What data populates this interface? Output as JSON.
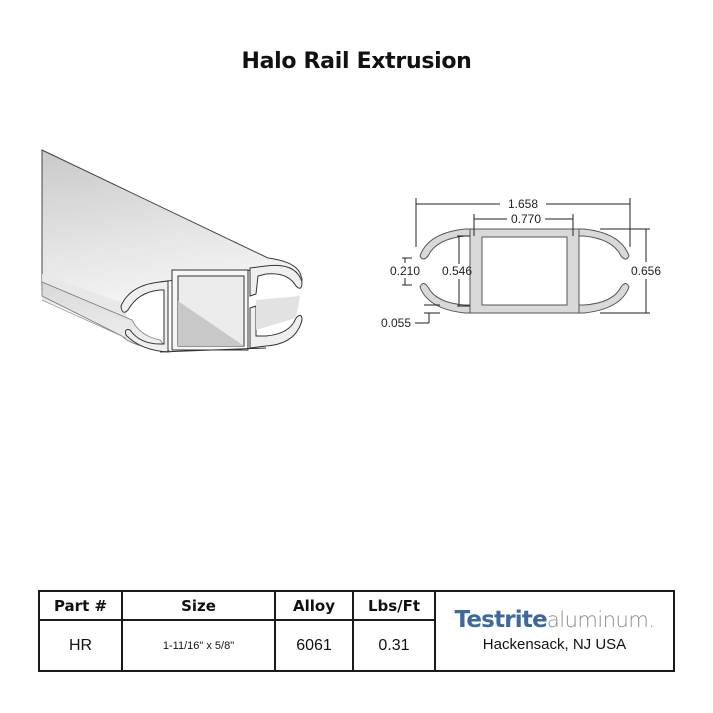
{
  "title": "Halo Rail Extrusion",
  "drawing": {
    "dimensions": {
      "overall_width": "1.658",
      "tube_width": "0.770",
      "slot_opening": "0.210",
      "inner_height": "0.546",
      "overall_height": "0.656",
      "wall_thickness": "0.055"
    }
  },
  "table": {
    "headers": [
      "Part #",
      "Size",
      "Alloy",
      "Lbs/Ft"
    ],
    "row": [
      "HR",
      "1-11/16\" x 5/8\"",
      "6061",
      "0.31"
    ]
  },
  "logo": {
    "brand": "Testrite",
    "brand_suffix": "aluminum.",
    "location": "Hackensack, NJ USA",
    "brand_color": "#3d6a9b",
    "suffix_color": "#8c8c8c"
  }
}
